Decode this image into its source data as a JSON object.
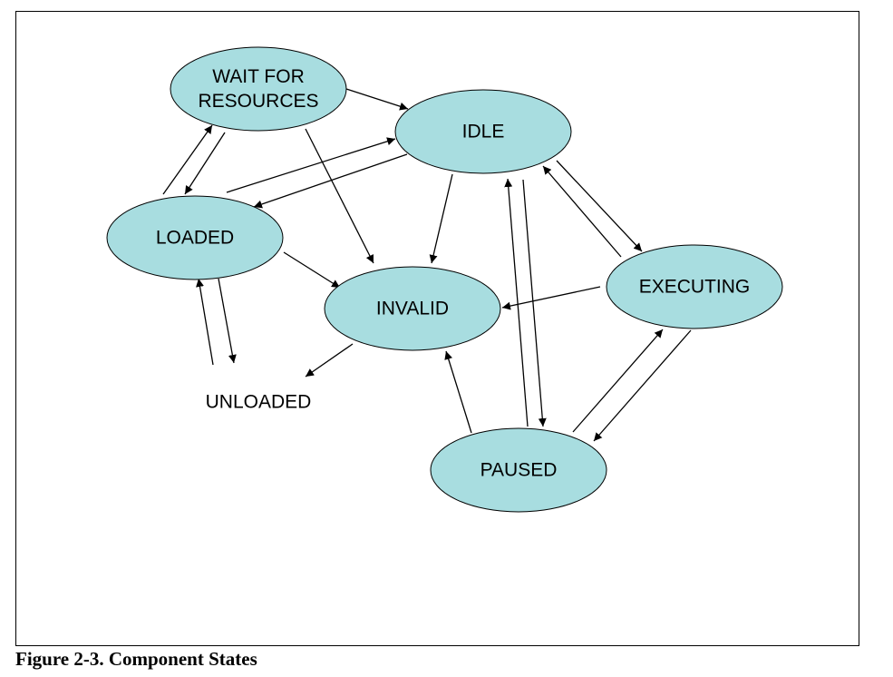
{
  "caption": "Figure 2-3. Component States",
  "colors": {
    "node_fill": "#a8dde0",
    "node_stroke": "#000000",
    "edge": "#000000"
  },
  "nodes": {
    "wait_for_resources": {
      "lines": [
        "WAIT FOR",
        "RESOURCES"
      ]
    },
    "idle": {
      "lines": [
        "IDLE"
      ]
    },
    "loaded": {
      "lines": [
        "LOADED"
      ]
    },
    "invalid": {
      "lines": [
        "INVALID"
      ]
    },
    "executing": {
      "lines": [
        "EXECUTING"
      ]
    },
    "paused": {
      "lines": [
        "PAUSED"
      ]
    },
    "unloaded": {
      "lines": [
        "UNLOADED"
      ]
    }
  },
  "edges": [
    {
      "from": "wait_for_resources",
      "to": "idle"
    },
    {
      "from": "wait_for_resources",
      "to": "invalid"
    },
    {
      "from": "wait_for_resources",
      "to": "loaded"
    },
    {
      "from": "loaded",
      "to": "wait_for_resources"
    },
    {
      "from": "loaded",
      "to": "idle"
    },
    {
      "from": "idle",
      "to": "loaded"
    },
    {
      "from": "loaded",
      "to": "invalid"
    },
    {
      "from": "loaded",
      "to": "unloaded"
    },
    {
      "from": "unloaded",
      "to": "loaded"
    },
    {
      "from": "idle",
      "to": "invalid"
    },
    {
      "from": "idle",
      "to": "executing"
    },
    {
      "from": "executing",
      "to": "idle"
    },
    {
      "from": "executing",
      "to": "invalid"
    },
    {
      "from": "idle",
      "to": "paused"
    },
    {
      "from": "paused",
      "to": "idle"
    },
    {
      "from": "executing",
      "to": "paused"
    },
    {
      "from": "paused",
      "to": "executing"
    },
    {
      "from": "paused",
      "to": "invalid"
    },
    {
      "from": "invalid",
      "to": "unloaded"
    }
  ]
}
